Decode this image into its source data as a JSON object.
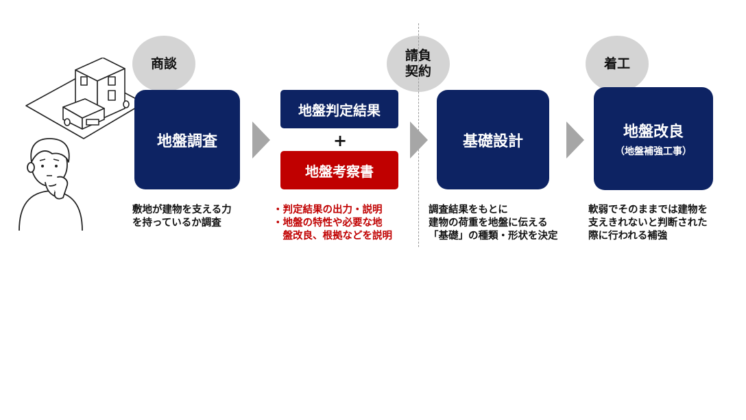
{
  "stage_labels": {
    "negotiation": "商談",
    "contract": "請負\n契約",
    "construction_start": "着工"
  },
  "boxes": {
    "survey": "地盤調査",
    "judgment_result": "地盤判定結果",
    "plus": "+",
    "consideration_report": "地盤考察書",
    "foundation_design": "基礎設計",
    "improvement_title": "地盤改良",
    "improvement_sub": "（地盤補強工事）"
  },
  "descriptions": {
    "survey": [
      "敷地が建物を支える力",
      "を持っているか調査"
    ],
    "report": [
      "・判定結果の出力・説明",
      "・地盤の特性や必要な地",
      "　盤改良、根拠などを説明"
    ],
    "design": [
      "調査結果をもとに",
      "建物の荷重を地盤に伝える",
      "「基礎」の種類・形状を決定"
    ],
    "improvement": [
      "軟弱でそのままでは建物を",
      "支えきれないと判断された",
      "際に行われる補強"
    ]
  },
  "colors": {
    "navy": "#0d2363",
    "red": "#c00000",
    "bubble_gray": "#d4d4d4",
    "arrow_gray": "#a6a6a6"
  },
  "icons": [
    "house-illustration",
    "thinking-person-illustration",
    "chevron-arrow-icon"
  ]
}
